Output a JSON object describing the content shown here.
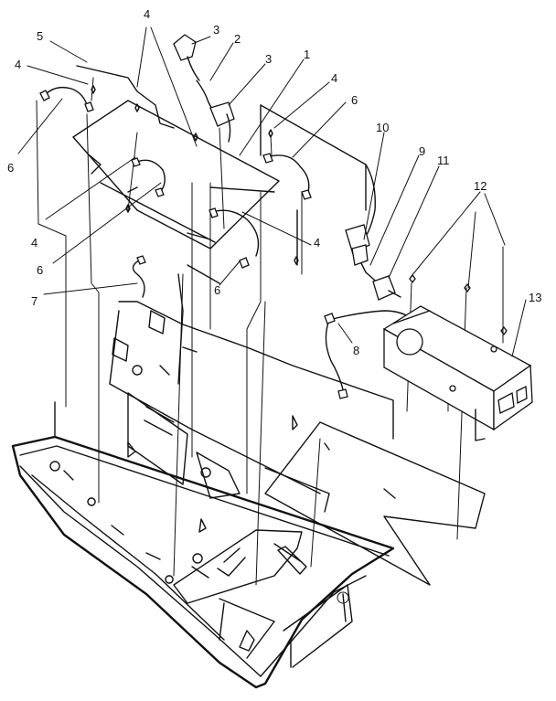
{
  "diagram": {
    "callouts": [
      {
        "id": "c1",
        "text": "1"
      },
      {
        "id": "c2",
        "text": "2"
      },
      {
        "id": "c3a",
        "text": "3"
      },
      {
        "id": "c3b",
        "text": "3"
      },
      {
        "id": "c4a",
        "text": "4"
      },
      {
        "id": "c4b",
        "text": "4"
      },
      {
        "id": "c4c",
        "text": "4"
      },
      {
        "id": "c4d",
        "text": "4"
      },
      {
        "id": "c4e",
        "text": "4"
      },
      {
        "id": "c5",
        "text": "5"
      },
      {
        "id": "c6a",
        "text": "6"
      },
      {
        "id": "c6b",
        "text": "6"
      },
      {
        "id": "c6c",
        "text": "6"
      },
      {
        "id": "c6d",
        "text": "6"
      },
      {
        "id": "c7",
        "text": "7"
      },
      {
        "id": "c8",
        "text": "8"
      },
      {
        "id": "c9",
        "text": "9"
      },
      {
        "id": "c10",
        "text": "10"
      },
      {
        "id": "c11",
        "text": "11"
      },
      {
        "id": "c12",
        "text": "12"
      },
      {
        "id": "c13",
        "text": "13"
      }
    ]
  }
}
